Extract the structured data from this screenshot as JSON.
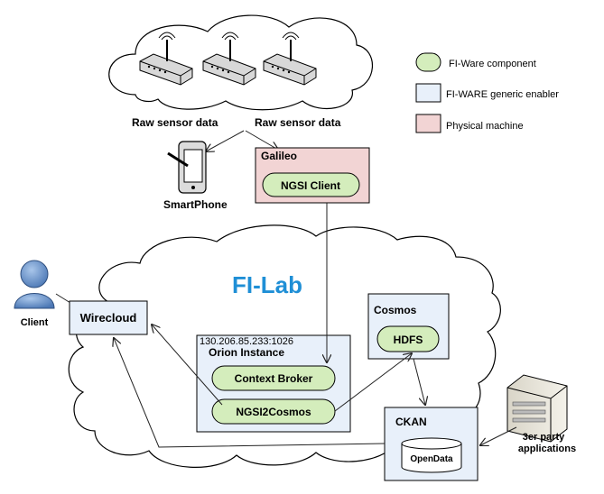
{
  "title": "FI-Lab",
  "sensors": {
    "label_left": "Raw sensor data",
    "label_right": "Raw sensor data"
  },
  "smartphone": {
    "label": "SmartPhone"
  },
  "galileo": {
    "title": "Galileo",
    "component": "NGSI Client"
  },
  "client": {
    "label": "Client"
  },
  "wirecloud": {
    "label": "Wirecloud"
  },
  "orion": {
    "address": "130.206.85.233:1026",
    "title": "Orion Instance",
    "components": [
      "Context Broker",
      "NGSI2Cosmos"
    ]
  },
  "cosmos": {
    "title": "Cosmos",
    "component": "HDFS"
  },
  "ckan": {
    "title": "CKAN",
    "store": "OpenData"
  },
  "third_party": {
    "label_line1": "3er party",
    "label_line2": "applications"
  },
  "legend": [
    {
      "label": "FI-Ware component",
      "color": "#d4edbc",
      "shape": "pill"
    },
    {
      "label": "FI-WARE generic enabler",
      "color": "#e8f0fa",
      "shape": "rect"
    },
    {
      "label": "Physical machine",
      "color": "#f2d4d4",
      "shape": "rect"
    }
  ],
  "colors": {
    "title": "#1f8fd6",
    "component_fill": "#d4edbc",
    "enabler_fill": "#e8f0fa",
    "machine_fill": "#f2d4d4"
  }
}
